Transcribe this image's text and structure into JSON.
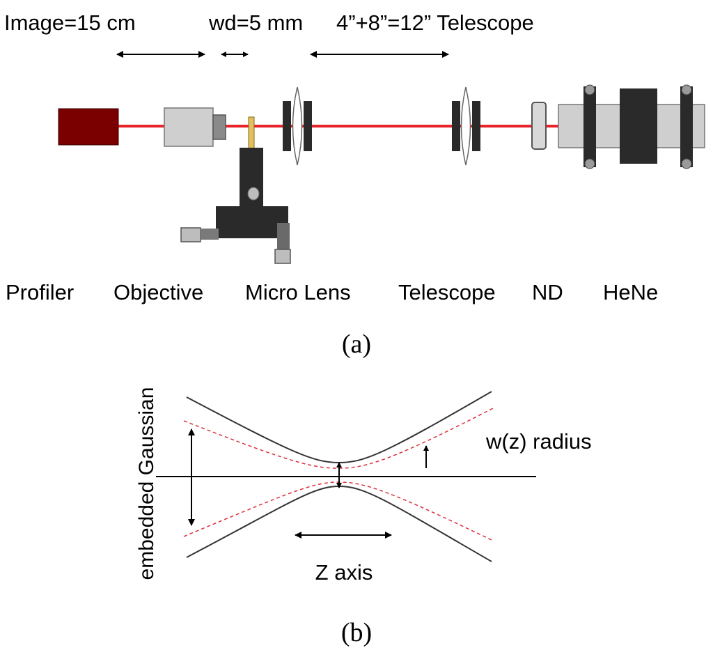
{
  "panel_a": {
    "dimensions": {
      "image": "Image=15 cm",
      "wd": "wd=5 mm",
      "telescope": "4”+8”=12” Telescope"
    },
    "components": {
      "profiler": "Profiler",
      "objective": "Objective",
      "micro_lens": "Micro Lens",
      "telescope": "Telescope",
      "nd": "ND",
      "hene": "HeNe"
    },
    "caption": "(a)"
  },
  "panel_b": {
    "y_label": "embedded Gaussian",
    "radius_label": "w(z) radius",
    "z_label": "Z axis",
    "caption": "(b)"
  },
  "colors": {
    "beam": "#e8232a",
    "profiler": "#7a0000",
    "metal_light": "#cfcfcf",
    "metal_dark": "#2a2a2a",
    "gaussian_dash": "#d9303a",
    "brass": "#e0c060"
  }
}
